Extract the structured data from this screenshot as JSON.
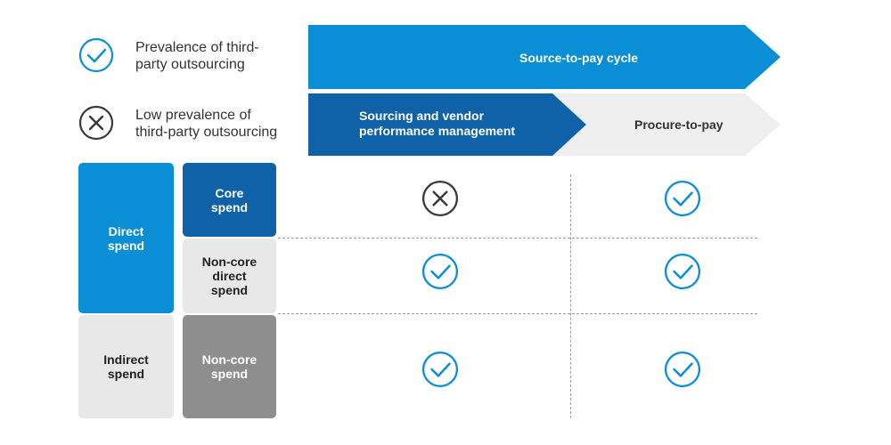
{
  "legend": {
    "check_label": "Prevalence of third-\nparty outsourcing",
    "cross_label": "Low prevalence of\nthird-party outsourcing"
  },
  "arrows": {
    "cycle": "Source-to-pay cycle",
    "sourcing": "Sourcing and vendor\nperformance management",
    "procure": "Procure-to-pay"
  },
  "rows": {
    "direct": "Direct\nspend",
    "core": "Core\nspend",
    "noncore_direct": "Non-core\ndirect\nspend",
    "indirect": "Indirect\nspend",
    "noncore": "Non-core\nspend"
  },
  "matrix": [
    {
      "row": "Core spend",
      "sourcing": "cross",
      "procure": "check"
    },
    {
      "row": "Non-core direct spend",
      "sourcing": "check",
      "procure": "check"
    },
    {
      "row": "Non-core spend",
      "sourcing": "check",
      "procure": "check"
    }
  ],
  "colors": {
    "accent_blue": "#0a8fd6",
    "dark_blue": "#0f62a8",
    "light_gray": "#e8e8e8",
    "mid_gray": "#8e8e8e",
    "arrow_gray": "#efefef",
    "cross_gray": "#3a3a3a"
  }
}
